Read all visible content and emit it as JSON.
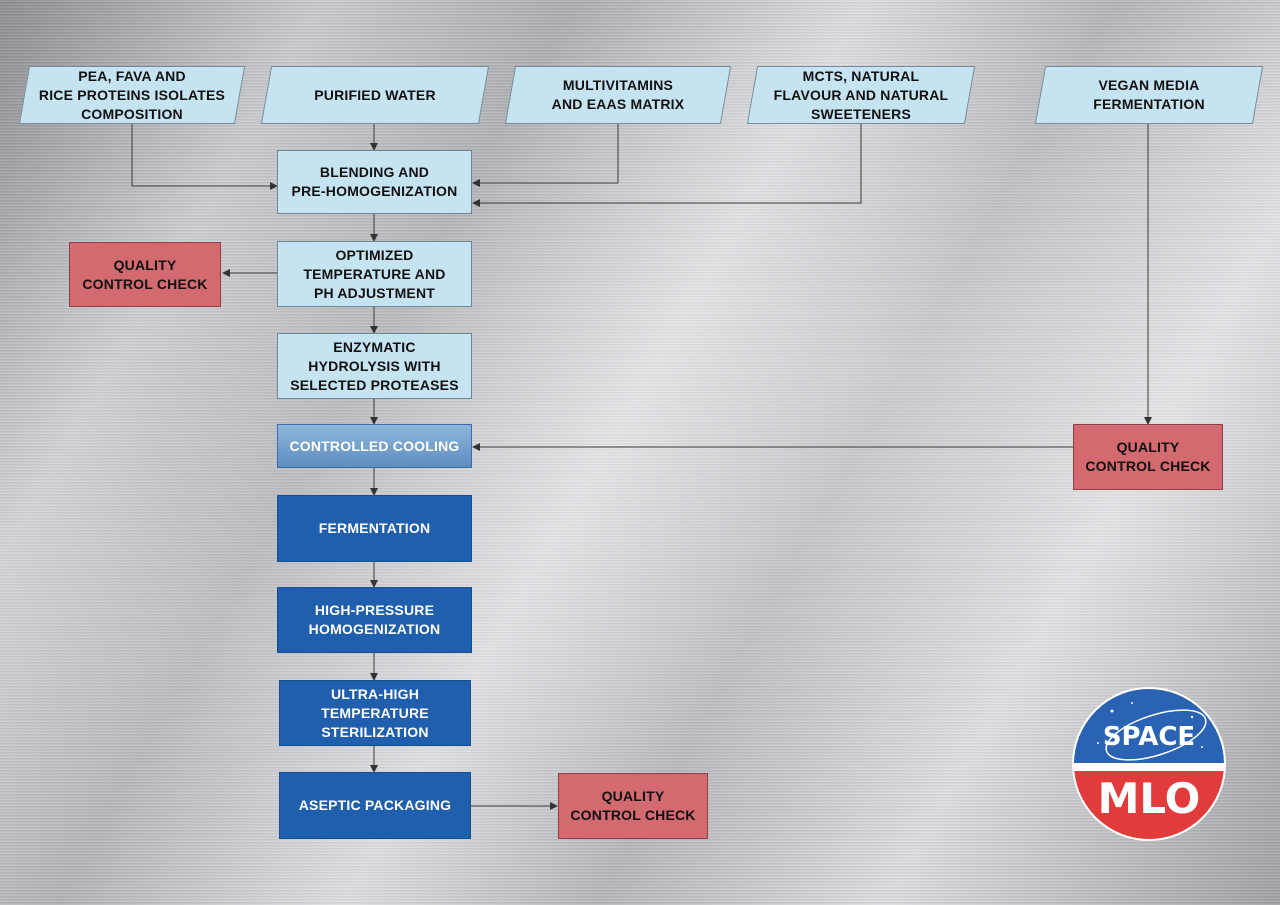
{
  "inputs": {
    "proteins": "PEA, FAVA AND\nRICE PROTEINS ISOLATES\nCOMPOSITION",
    "water": "PURIFIED WATER",
    "multivitamins": "MULTIVITAMINS\nAND EAAs MATRIX",
    "mcts": "MCTs, NATURAL\nFLAVOUR AND NATURAL\nSWEETENERS",
    "vegan_media": "VEGAN MEDIA\nFERMENTATION"
  },
  "steps": {
    "blending": "BLENDING AND\nPRE-HOMOGENIZATION",
    "temperature": "OPTIMIZED\nTEMPERATURE AND\npH ADJUSTMENT",
    "hydrolysis": "ENZYMATIC\nHYDROLYSIS WITH\nSELECTED PROTEASES",
    "cooling": "CONTROLLED COOLING",
    "fermentation": "FERMENTATION",
    "homogenization": "HIGH-PRESSURE\nHOMOGENIZATION",
    "sterilization": "ULTRA-HIGH\nTEMPERATURE\nSTERILIZATION",
    "packaging": "ASEPTIC PACKAGING"
  },
  "quality_checks": {
    "qc_1": "QUALITY\nCONTROL CHECK",
    "qc_2": "QUALITY\nCONTROL CHECK",
    "qc_3": "QUALITY\nCONTROL CHECK"
  },
  "logo": {
    "top_text": "SPACE",
    "bottom_text": "MLO"
  },
  "colors": {
    "input_fill": "#c6e3f1",
    "step_dark": "#1f5fae",
    "quality_check": "#d26a70",
    "logo_blue": "#2b63b4",
    "logo_red": "#e23b3b"
  }
}
